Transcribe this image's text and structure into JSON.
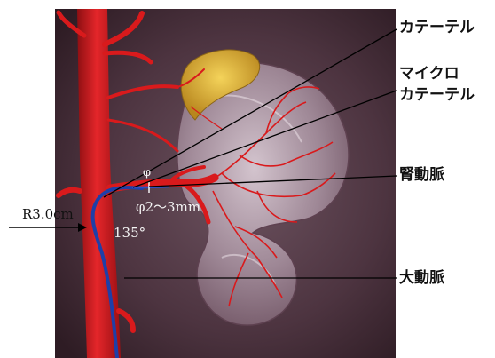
{
  "labels": {
    "catheter": "カテーテル",
    "microcatheter_line1": "マイクロ",
    "microcatheter_line2": "カテーテル",
    "renal_artery": "腎動脈",
    "aorta": "大動脈"
  },
  "annotations": {
    "radius": "R3.0cm",
    "diameter": "φ2〜3mm",
    "angle": "135°",
    "phi_symbol": "φ"
  },
  "colors": {
    "background": "#4a2f38",
    "artery": "#d91a1c",
    "catheter": "#1e3fa8",
    "kidney": "#c9b7c4",
    "adrenal": "#e3b733",
    "leader_line": "#000000"
  }
}
